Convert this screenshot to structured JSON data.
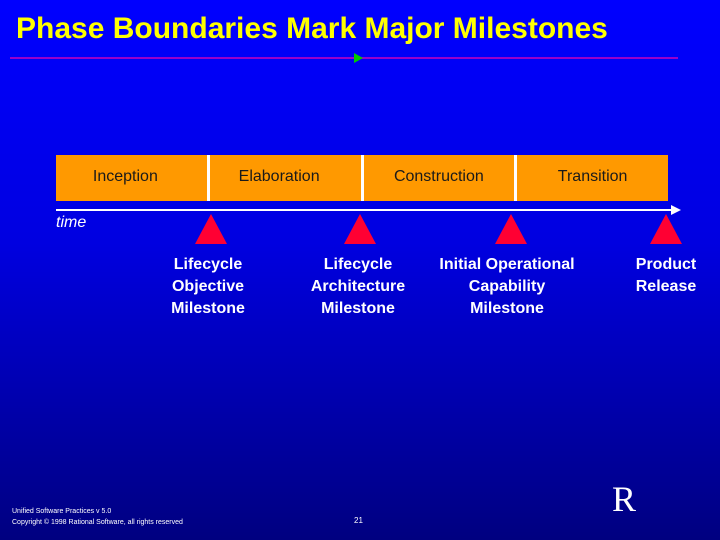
{
  "title": "Phase Boundaries Mark Major Milestones",
  "phases": [
    {
      "label": "Inception"
    },
    {
      "label": "Elaboration"
    },
    {
      "label": "Construction"
    },
    {
      "label": "Transition"
    }
  ],
  "timeline": {
    "label": "time"
  },
  "milestones": [
    {
      "lines": [
        "Lifecycle",
        "Objective",
        "Milestone"
      ]
    },
    {
      "lines": [
        "Lifecycle",
        "Architecture",
        "Milestone"
      ]
    },
    {
      "lines": [
        "Initial Operational",
        "Capability",
        "Milestone"
      ]
    },
    {
      "lines": [
        "Product",
        "Release"
      ]
    }
  ],
  "footer": {
    "line1": "Unified Software Practices v 5.0",
    "line2": "Copyright © 1998 Rational Software, all rights reserved"
  },
  "page_number": "21",
  "logo": "R",
  "colors": {
    "title": "#ffff00",
    "phase_bar": "#ff9900",
    "milestone_marker": "#ff0033",
    "rule": "#9900cc",
    "rule_marker": "#00cc00",
    "background_top": "#0000ff",
    "background_bottom": "#000080"
  }
}
